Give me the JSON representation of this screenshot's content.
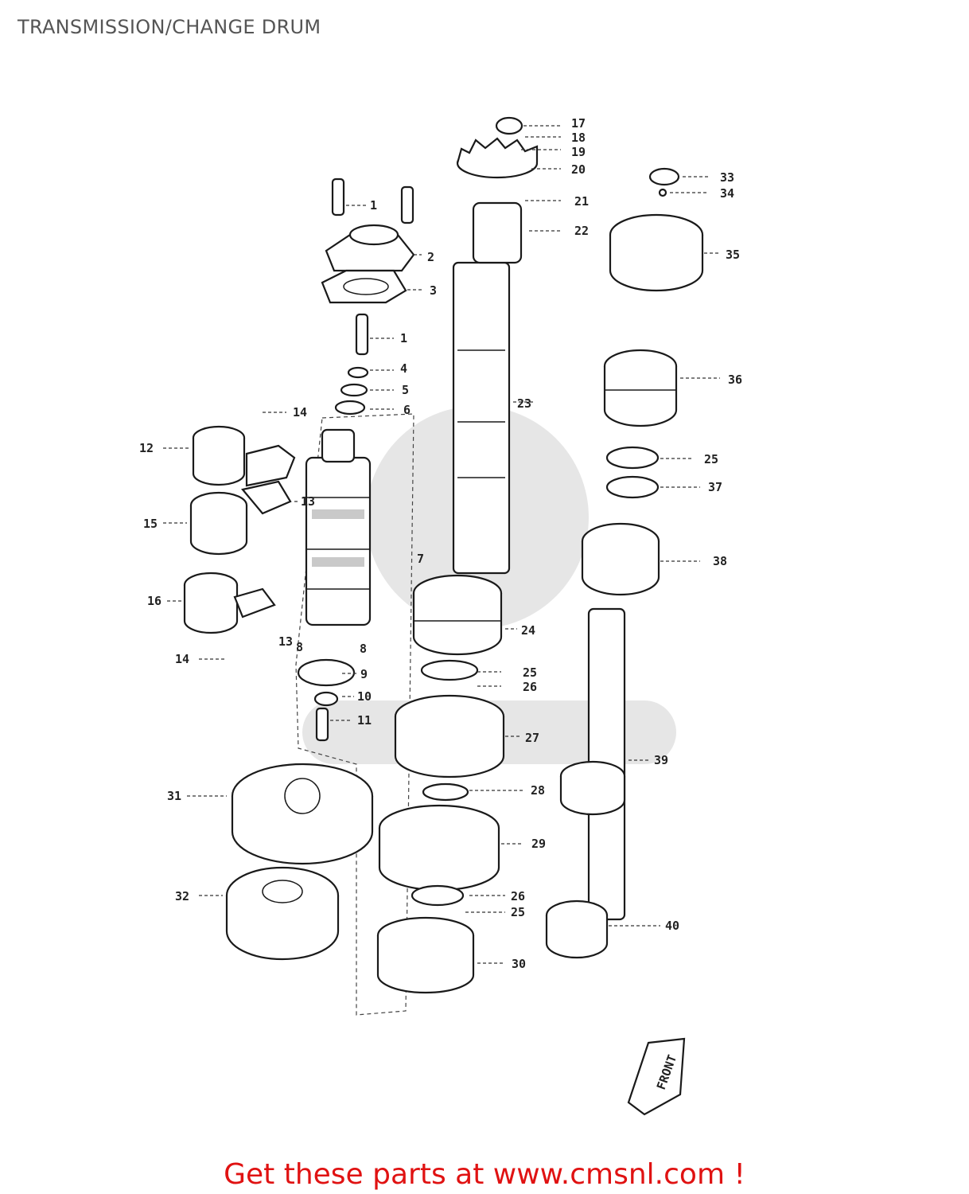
{
  "title": "TRANSMISSION/CHANGE DRUM",
  "footer": {
    "cta": "Get these parts at www.cmsnl.com !"
  },
  "colors": {
    "cta": "#e01212",
    "title": "#555555",
    "line_art": "#1a1a1a"
  },
  "front_marker": "FRONT",
  "callouts": [
    {
      "id": "c17",
      "label": "17"
    },
    {
      "id": "c18",
      "label": "18"
    },
    {
      "id": "c19",
      "label": "19"
    },
    {
      "id": "c20",
      "label": "20"
    },
    {
      "id": "c21",
      "label": "21"
    },
    {
      "id": "c22",
      "label": "22"
    },
    {
      "id": "c33",
      "label": "33"
    },
    {
      "id": "c34",
      "label": "34"
    },
    {
      "id": "c35",
      "label": "35"
    },
    {
      "id": "c1a",
      "label": "1"
    },
    {
      "id": "c2",
      "label": "2"
    },
    {
      "id": "c3",
      "label": "3"
    },
    {
      "id": "c1b",
      "label": "1"
    },
    {
      "id": "c4",
      "label": "4"
    },
    {
      "id": "c5",
      "label": "5"
    },
    {
      "id": "c6",
      "label": "6"
    },
    {
      "id": "c14a",
      "label": "14"
    },
    {
      "id": "c23",
      "label": "23"
    },
    {
      "id": "c36",
      "label": "36"
    },
    {
      "id": "c12",
      "label": "12"
    },
    {
      "id": "c25a",
      "label": "25"
    },
    {
      "id": "c37",
      "label": "37"
    },
    {
      "id": "c13a",
      "label": "13"
    },
    {
      "id": "c15",
      "label": "15"
    },
    {
      "id": "c38",
      "label": "38"
    },
    {
      "id": "c7",
      "label": "7"
    },
    {
      "id": "c16",
      "label": "16"
    },
    {
      "id": "c24",
      "label": "24"
    },
    {
      "id": "c13b",
      "label": "13"
    },
    {
      "id": "c8a",
      "label": "8"
    },
    {
      "id": "c8b",
      "label": "8"
    },
    {
      "id": "c14b",
      "label": "14"
    },
    {
      "id": "c25b",
      "label": "25"
    },
    {
      "id": "c9",
      "label": "9"
    },
    {
      "id": "c26a",
      "label": "26"
    },
    {
      "id": "c10",
      "label": "10"
    },
    {
      "id": "c11",
      "label": "11"
    },
    {
      "id": "c27",
      "label": "27"
    },
    {
      "id": "c39",
      "label": "39"
    },
    {
      "id": "c31",
      "label": "31"
    },
    {
      "id": "c28",
      "label": "28"
    },
    {
      "id": "c29",
      "label": "29"
    },
    {
      "id": "c32",
      "label": "32"
    },
    {
      "id": "c26b",
      "label": "26"
    },
    {
      "id": "c25c",
      "label": "25"
    },
    {
      "id": "c40",
      "label": "40"
    },
    {
      "id": "c30",
      "label": "30"
    }
  ]
}
